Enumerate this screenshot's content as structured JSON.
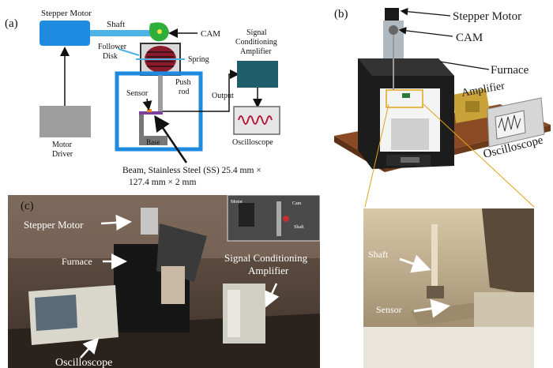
{
  "panel_a": {
    "label": "(a)",
    "stepper_motor": "Stepper Motor",
    "shaft": "Shaft",
    "cam": "CAM",
    "follower": "Follower",
    "disk": "Disk",
    "spring": "Spring",
    "signal_conditioning": "Signal",
    "conditioning": "Conditioning",
    "amplifier": "Amplifier",
    "push": "Push",
    "rod": "rod",
    "sensor": "Sensor",
    "output": "Output",
    "base": "Base",
    "motor": "Motor",
    "driver": "Driver",
    "oscilloscope": "Oscilloscope",
    "beam_line1": "Beam, Stainless Steel (SS) 25.4 mm ×",
    "beam_line2": "127.4 mm × 2 mm"
  },
  "panel_b": {
    "label": "(b)",
    "stepper_motor": "Stepper Motor",
    "cam": "CAM",
    "furnace": "Furnace",
    "amplifier": "Amplifier",
    "oscilloscope": "Oscilloscope"
  },
  "panel_c": {
    "label": "(c)",
    "stepper_motor": "Stepper Motor",
    "furnace": "Furnace",
    "signal_conditioning": "Signal Conditioning",
    "amplifier": "Amplifier",
    "oscilloscope": "Oscilloscope",
    "inset_motor": "Motor",
    "inset_cam": "Cam",
    "inset_shaft": "Shaft"
  },
  "panel_d": {
    "shaft": "Shaft",
    "sensor": "Sensor"
  },
  "colors": {
    "blue": "#1e8be0",
    "light_blue": "#4db3e6",
    "green": "#2eaf3a",
    "teal": "#1f5d6b",
    "gray": "#9e9e9e",
    "maroon": "#8b1a2b",
    "purple": "#7b3fa0"
  }
}
